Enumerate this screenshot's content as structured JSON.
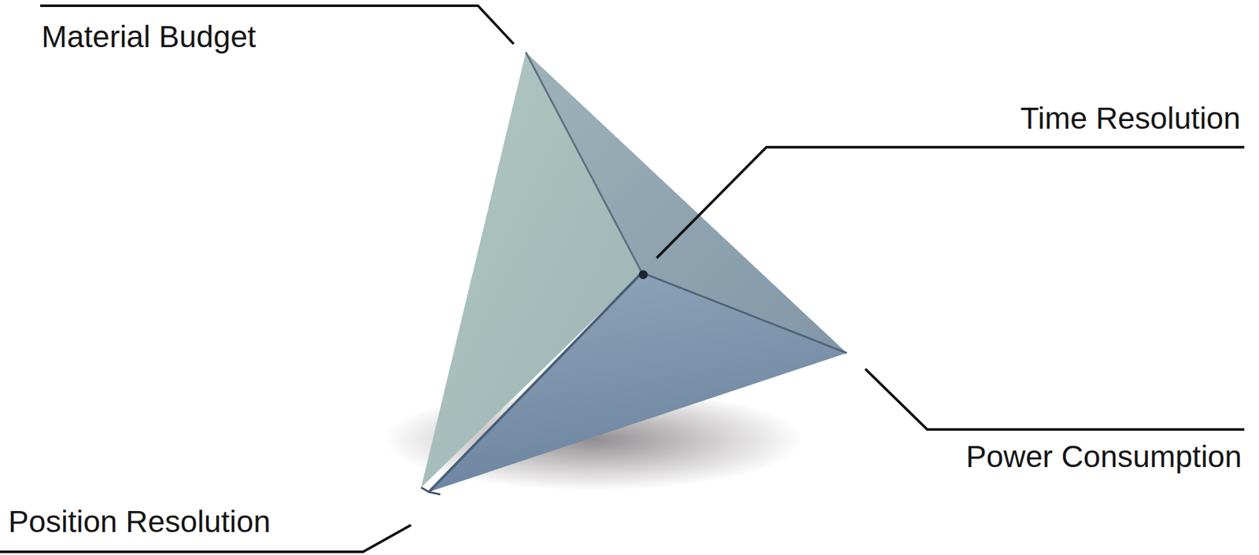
{
  "diagram": {
    "labels": [
      "Material Budget",
      "Time Resolution",
      "Power Consumption",
      "Position Resolution"
    ]
  }
}
